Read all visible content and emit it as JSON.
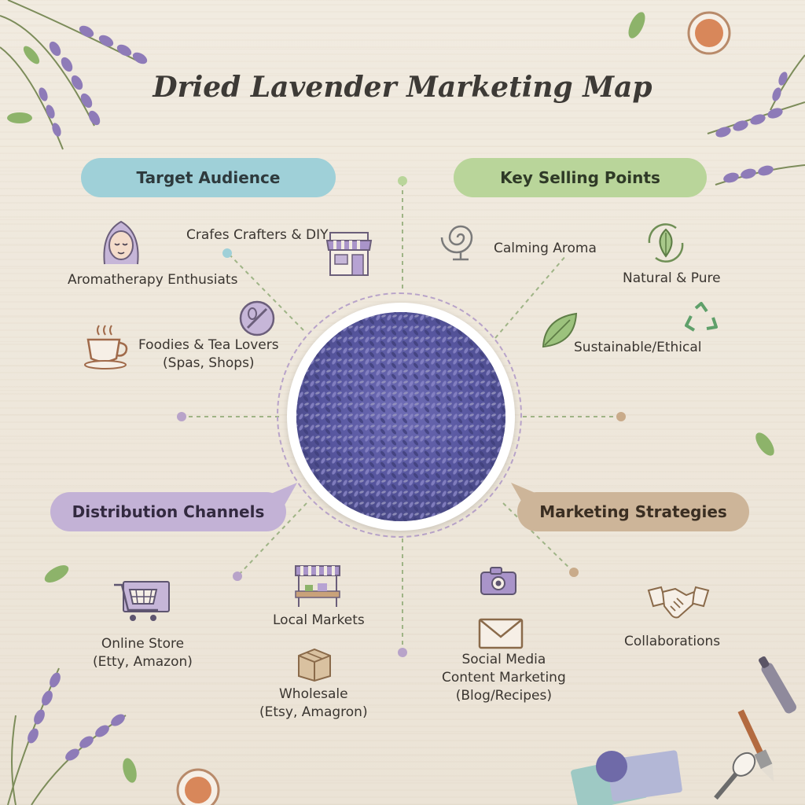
{
  "title": "Dried Lavender Marketing Map",
  "categories": {
    "target_audience": {
      "label": "Target Audience",
      "items": [
        {
          "icon": "woman-face-icon",
          "text": "Aromatherapy Enthusiats"
        },
        {
          "icon": "shop-storefront-icon",
          "text": "Crafes Crafters & DIY"
        },
        {
          "icon": "teacup-icon",
          "line1": "Foodies & Tea Lovers",
          "line2": "(Spas, Shops)"
        }
      ]
    },
    "key_selling_points": {
      "label": "Key Selling Points",
      "items": [
        {
          "icon": "aroma-swirl-icon",
          "text": "Calming Aroma"
        },
        {
          "icon": "leaf-circle-icon",
          "text": "Natural & Pure"
        },
        {
          "icon": "recycle-icon",
          "text": "Sustainable/Ethical"
        }
      ]
    },
    "distribution_channels": {
      "label": "Distribution Channels",
      "items": [
        {
          "icon": "shopping-cart-icon",
          "line1": "Online Store",
          "line2": "(Etty, Amazon)"
        },
        {
          "icon": "market-stall-icon",
          "text": "Local Markets"
        },
        {
          "icon": "box-icon",
          "line1": "Wholesale",
          "line2": "(Etsy, Amagron)"
        }
      ]
    },
    "marketing_strategies": {
      "label": "Marketing Strategies",
      "items": [
        {
          "icon": "camera-icon",
          "line1": "Social Media",
          "line2": "Content Marketing",
          "line3": "(Blog/Recipes)"
        },
        {
          "icon": "handshake-icon",
          "text": "Collaborations"
        }
      ]
    }
  },
  "colors": {
    "target_audience": "#9fd0d8",
    "key_selling_points": "#b9d59a",
    "distribution_channels": "#c3b2d6",
    "marketing_strategies": "#cdb599",
    "lavender": "#5b5a9e"
  }
}
